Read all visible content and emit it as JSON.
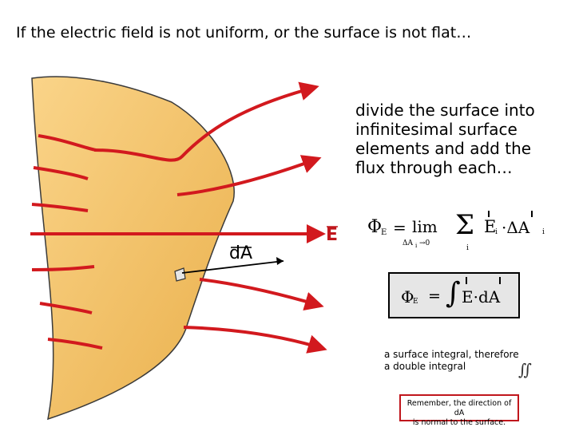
{
  "title": "If the electric field is not uniform, or the surface is not flat…",
  "description": "divide the surface into infinitesimal surface elements and add the flux through each…",
  "labels": {
    "field": "E",
    "area_element": "dA"
  },
  "equation_sum": {
    "lhs": "Φ",
    "lhs_sub": "E",
    "equals": "=",
    "lim": "lim",
    "lim_sub_a": "ΔA",
    "lim_sub_b": "i",
    "lim_sub_c": "→0",
    "sigma": "Σ",
    "sigma_sub": "i",
    "term_e": "E",
    "term_e_sub": "i",
    "dot": "·ΔA",
    "term_a_sub": "i"
  },
  "equation_integral": {
    "lhs": "Φ",
    "lhs_sub": "E",
    "equals": "=",
    "integral": "∫",
    "body": "E·dA"
  },
  "note_surface_integral": [
    "a surface integral, therefore",
    "a double integral"
  ],
  "double_integral_symbol": "∬",
  "reminder": [
    "Remember, the direction of dA",
    "is normal to the surface."
  ],
  "colors": {
    "surface_fill": "#f6c366",
    "surface_stroke": "#3a3a3a",
    "arrow": "#d2191e",
    "normal": "#000000",
    "box_fill": "#e6e6e6"
  }
}
